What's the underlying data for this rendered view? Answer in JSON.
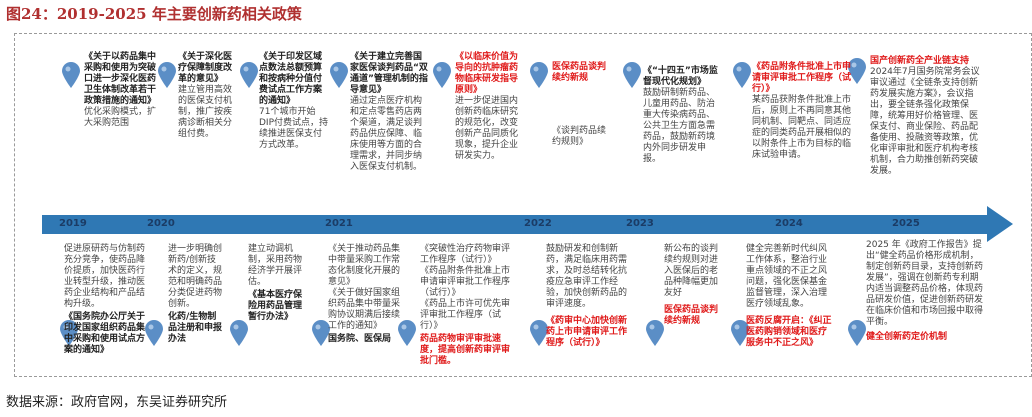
{
  "title": "图24：2019-2025 年主要创新药相关政策",
  "source": "数据来源：政府官网，东吴证券研究所",
  "years": [
    "2019",
    "2020",
    "2021",
    "2022",
    "2023",
    "2024",
    "2025"
  ],
  "colors": {
    "axis": "#2f78b4",
    "pin": "#5b8ec6",
    "highlight": "#e01b1b"
  },
  "events": {
    "e1": {
      "head": "《关于以药品集中采购和使用为突破口进一步深化医药卫生体制改革若干政策措施的通知》",
      "body": "优化采购模式，扩大采购范围"
    },
    "e2": {
      "head": "《关于深化医疗保障制度改革的意见》",
      "body": "建立管用高效的医保支付机制，推广按疾病诊断相关分组付费。"
    },
    "e3": {
      "head": "《关于印发区域点数法总额预算和按病种分值付费试点工作方案的通知》",
      "body": "71个城市开始DIP付费试点，持续推进医保支付方式改革。"
    },
    "e4": {
      "head": "《关于建立完善国家医保谈判药品“双通道”管理机制的指导意见》",
      "body": "通过定点医疗机构和定点零售药店两个渠道，满足谈判药品供应保障、临床使用等方面的合理需求，并同步纳入医保支付机制。"
    },
    "e5": {
      "head": "《以临床价值为导向的抗肿瘤药物临床研发指导原则》",
      "body": "进一步促进国内创新药临床研究的规范化，改变创新产品同质化现象，提升企业研发实力。"
    },
    "e6": {
      "head": "医保药品谈判续约新规",
      "body": "《谈判药品续约规则》"
    },
    "e7": {
      "head": "《“十四五”市场监督现代化规划》",
      "body": "鼓励研制新药品、儿童用药品、防治重大传染病药品、公共卫生方面急需药品，鼓励新药境内外同步研发申报。"
    },
    "e8": {
      "head": "《药品附条件批准上市申请审评审批工作程序（试行）》",
      "body": "某药品获附条件批准上市后，原则上不再同意其他同机制、同靶点、同适应症的同类药品开展相似的以附条件上市为目标的临床试验申请。"
    },
    "e9": {
      "head": "国产创新药全产业链支持",
      "body": "2024年7月国务院常务会议审议通过《全链条支持创新药发展实施方案》，会议指出，要全链条强化政策保障，统筹用好价格管理、医保支付、商业保险、药品配备使用、投融资等政策，优化审评审批和医疗机构考核机制，合力助推创新药突破发展。"
    },
    "e10": {
      "body": "促进原研药与仿制药充分竞争，使药品降价提质，加快医药行业转型升级，推动医药企业结构和产品结构升级。",
      "tail": "《国务院办公厅关于印发国家组织药品集中采购和使用试点方案的通知》"
    },
    "e11": {
      "body": "进一步明确创新药/创新技术的定义，规范和明确药品分类促进药物创新。",
      "tail": "化药/生物制品注册和申报办法"
    },
    "e12": {
      "body": "建立动调机制，采用药物经济学开展评估。",
      "tail": "《基本医疗保险用药品管理暂行办法》"
    },
    "e13": {
      "body1": "《关于推动药品集中带量采购工作常态化制度化开展的意见》",
      "body2": "《关于做好国家组织药品集中带量采购协议期满后接续工作的通知》",
      "tail": "国务院、医保局"
    },
    "e14": {
      "body1": "《突破性治疗药物审评工作程序（试行）》",
      "body2": "《药品附条件批准上市申请审评审批工作程序（试行）》",
      "body3": "《药品上市许可优先审评审批工作程序（试行）》",
      "tail": "药品药物审评审批速度，提高创新药审评审批门槛。"
    },
    "e15": {
      "body": "鼓励研发和创制新药，满足临床用药需求，及时总结转化抗疫应急审评工作经验，加快创新药品的审评速度。",
      "tail": "《药审中心加快创新药上市申请审评工作程序（试行）》"
    },
    "e16": {
      "body": "新公布的谈判续约规则对进入医保后的老品种降幅更加友好",
      "tail": "医保药品谈判续约新规"
    },
    "e17": {
      "body": "健全完善新时代纠风工作体系，整治行业重点领域的不正之风问题，强化医保基金监督管理，深入治理医疗领域乱象。",
      "tail": "医药反腐开启：《纠正医药购销领域和医疗服务中不正之风》"
    },
    "e18": {
      "body": "2025 年《政府工作报告》提出“健全药品价格形成机制，制定创新药目录，支持创新药发展”，强调在创新药专利期内适当调整药品价格，体现药品研发价值，促进创新药研发在临床价值和市场回报中取得平衡。",
      "tail": "健全创新药定价机制"
    }
  }
}
